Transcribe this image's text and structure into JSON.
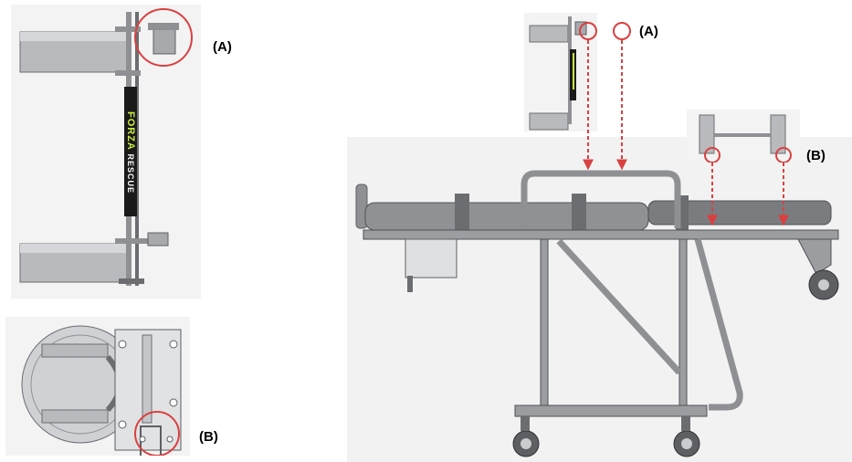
{
  "labels": {
    "left_top": "(A)",
    "left_bottom": "(B)",
    "right_top": "(A)",
    "right_mid": "(B)"
  },
  "brand": {
    "name": "FORZA",
    "sub": "RESCUE",
    "name_color": "#c8f03c",
    "bar_color": "#1a1a1a"
  },
  "colors": {
    "highlight_circle": "#d94040",
    "guide_arrow": "#d94040",
    "metal": "#8e9094",
    "metal_light": "#c9cbcf",
    "metal_dark": "#5d5f63",
    "panel_bg": "#f2f2f2"
  }
}
